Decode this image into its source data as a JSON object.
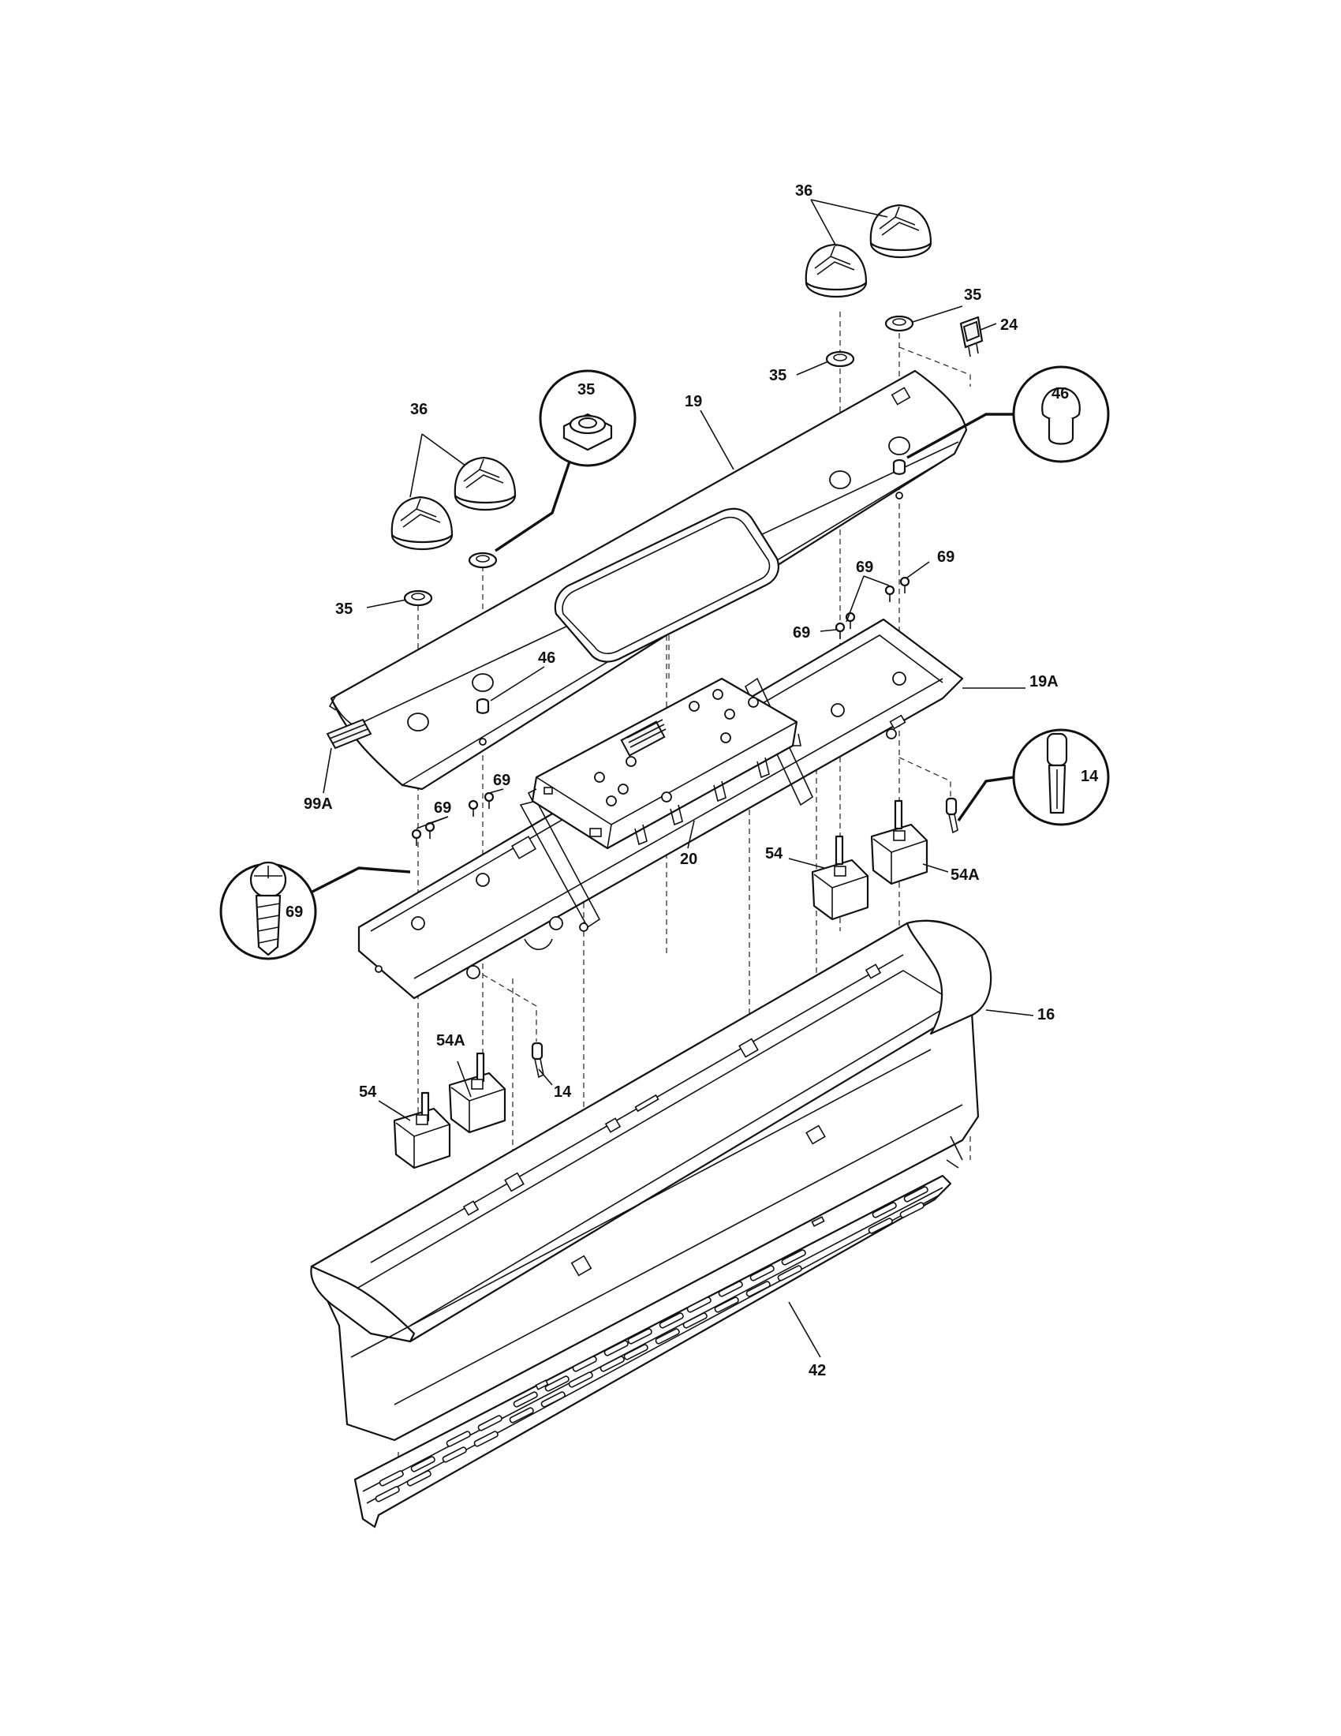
{
  "labels": {
    "knob_top": "36",
    "bezel_top_right": "35",
    "bezel_mid_right": "35",
    "switch": "24",
    "bubble_bezel": "35",
    "knob_left": "36",
    "bubble_lamp_cap": "46",
    "panel": "19",
    "bezel_left_upper": "35",
    "lamp_cap": "46",
    "screw_a": "69",
    "screw_b": "69",
    "screw_c": "69",
    "bracket": "19A",
    "harness": "99A",
    "screw_d": "69",
    "screw_e": "69",
    "control": "20",
    "bubble_lamp": "14",
    "switch_right": "54",
    "switch_right_a": "54A",
    "bubble_screw": "69",
    "backguard": "16",
    "switch_left_a": "54A",
    "lamp": "14",
    "switch_left": "54",
    "trim": "42"
  }
}
